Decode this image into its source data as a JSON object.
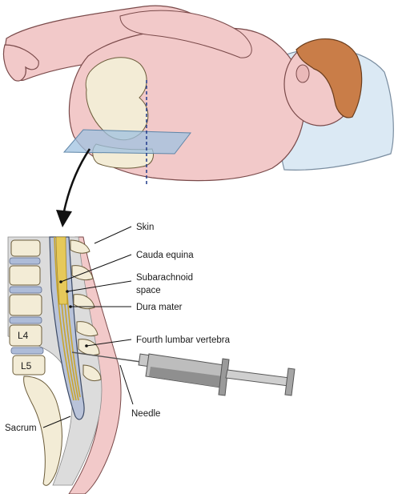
{
  "labels": {
    "skin": "Skin",
    "cauda_equina": "Cauda equina",
    "subarachnoid_line1": "Subarachnoid",
    "subarachnoid_line2": "space",
    "dura_mater": "Dura mater",
    "fourth_lumbar": "Fourth lumbar vertebra",
    "needle": "Needle",
    "sacrum": "Sacrum",
    "l4": "L4",
    "l5": "L5"
  },
  "colors": {
    "skin": "#f2c9c9",
    "skin_outline": "#7a4a4a",
    "bone": "#f3ecd6",
    "hair": "#c97d48",
    "pillow": "#dbe9f4",
    "plane": "#9fc2e0",
    "disc": "#aebcd8",
    "cord": "#e6c95a",
    "syringe": "#a9a9a9",
    "guide_line": "#1f3a8a"
  }
}
